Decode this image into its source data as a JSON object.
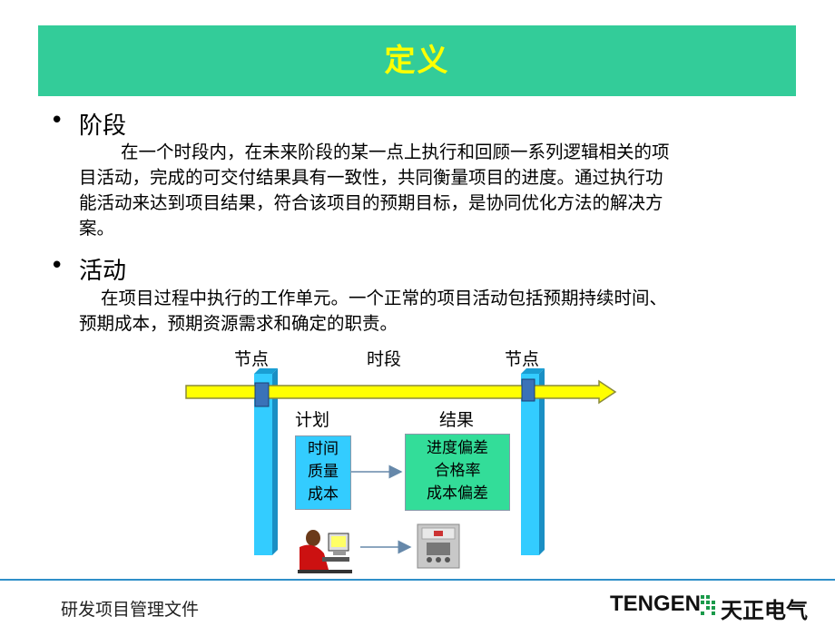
{
  "slide": {
    "title": "定义"
  },
  "bullets": [
    {
      "marker": "•",
      "heading": "阶段",
      "body_lines": [
        "在一个时段内，在未来阶段的某一点上执行和回顾一系列逻辑相关的项",
        "目活动，完成的可交付结果具有一致性，共同衡量项目的进度。通过执行功",
        "能活动来达到项目结果，符合该项目的预期目标，是协同优化方法的解决方",
        "案。"
      ]
    },
    {
      "marker": "•",
      "heading": "活动",
      "body_lines": [
        "在项目过程中执行的工作单元。一个正常的项目活动包括预期持续时间、",
        "预期成本，预期资源需求和确定的职责。"
      ]
    }
  ],
  "diagram": {
    "node_left_label": "节点",
    "period_label": "时段",
    "node_right_label": "节点",
    "plan_label": "计划",
    "result_label": "结果",
    "plan_items": [
      "时间",
      "质量",
      "成本"
    ],
    "result_items": [
      "进度偏差",
      "合格率",
      "成本偏差"
    ],
    "colors": {
      "timeline": "#ffff00",
      "timeline_border": "#8a8a3a",
      "pillar": "#33ccff",
      "plan_box": "#33ccff",
      "result_box": "#33dd99",
      "arrow": "#6688aa"
    }
  },
  "footer": {
    "text": "研发项目管理文件",
    "logo_en": "TENGEN",
    "logo_cn": "天正电气",
    "rule_color": "#2f8fc9"
  },
  "header_colors": {
    "title_bg": "#33cc99",
    "title_fg": "#ffff00"
  }
}
